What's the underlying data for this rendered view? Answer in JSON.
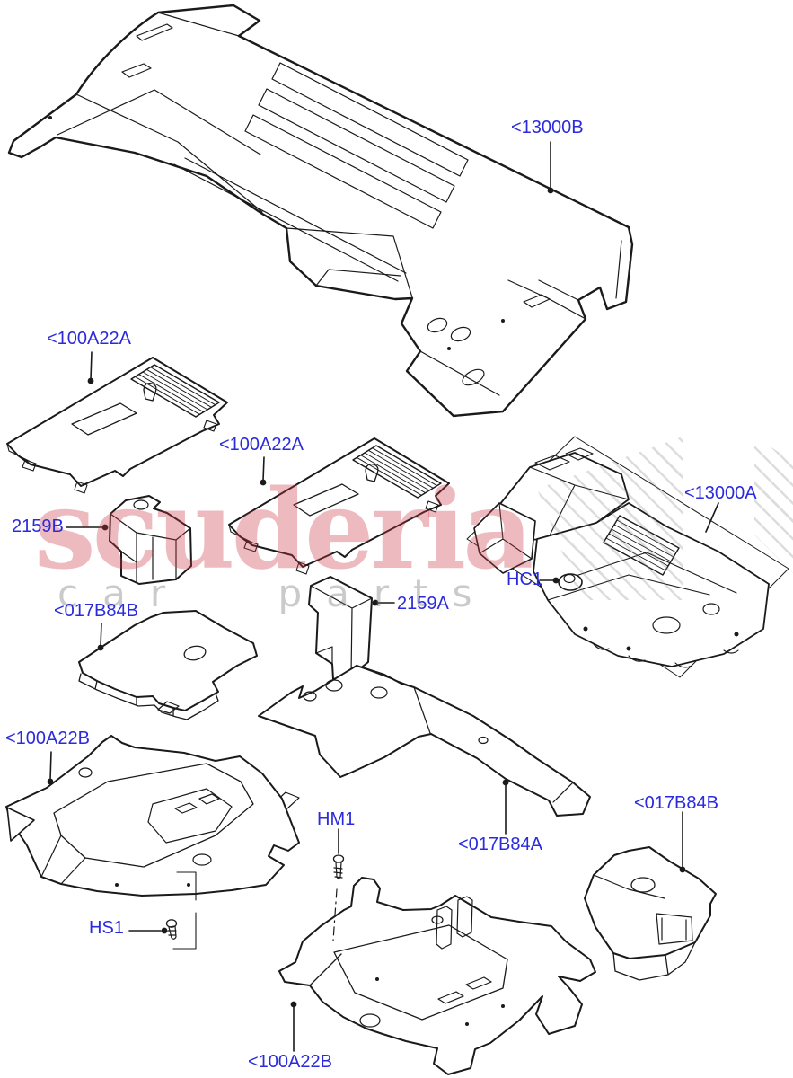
{
  "page": {
    "background": "#ffffff",
    "kind": "exploded parts diagram - floor coverings"
  },
  "watermark": {
    "brand": "scuderia",
    "tagline": "car parts",
    "brand_color": "#cb3742",
    "tagline_color": "#bdbdbd"
  },
  "colors": {
    "callout_blue": "#2b2bdd",
    "line_black": "#1a1a1a"
  },
  "diagram": {
    "callouts": [
      {
        "id": "main-carpet",
        "text": "<13000B"
      },
      {
        "id": "access-panel-left",
        "text": "<100A22A"
      },
      {
        "id": "access-panel-mid",
        "text": "<100A22A"
      },
      {
        "id": "foam-block-b",
        "text": "2159B"
      },
      {
        "id": "insulator-assy",
        "text": "<13000A"
      },
      {
        "id": "grommet",
        "text": "HC1"
      },
      {
        "id": "insulator-left",
        "text": "<017B84B"
      },
      {
        "id": "foam-block-a",
        "text": "2159A"
      },
      {
        "id": "floor-pan-left",
        "text": "<100A22B"
      },
      {
        "id": "screw-hm1",
        "text": "HM1"
      },
      {
        "id": "insulator-mid",
        "text": "<017B84A"
      },
      {
        "id": "insulator-right",
        "text": "<017B84B"
      },
      {
        "id": "screw-hs1",
        "text": "HS1"
      },
      {
        "id": "floor-pan-bottom",
        "text": "<100A22B"
      }
    ]
  }
}
